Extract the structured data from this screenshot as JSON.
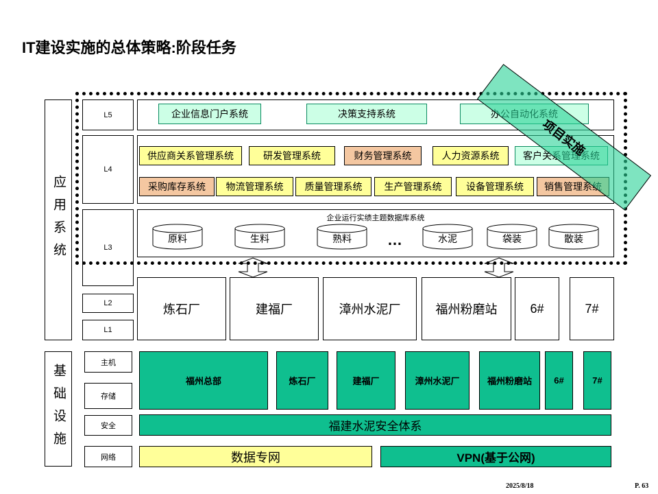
{
  "title": "IT建设实施的总体策略:阶段任务",
  "app_label": "应用系统",
  "infra_label": "基础设施",
  "levels": {
    "l5": "L5",
    "l4": "L4",
    "l3": "L3",
    "l2": "L2",
    "l1": "L1"
  },
  "l5_systems": [
    "企业信息门户系统",
    "决策支持系统",
    "办公自动化系统"
  ],
  "l4_row1": [
    "供应商关系管理系统",
    "研发管理系统",
    "财务管理系统",
    "人力资源系统",
    "客户关系管理系统"
  ],
  "l4_row2": [
    "采购库存系统",
    "物流管理系统",
    "质量管理系统",
    "生产管理系统",
    "设备管理系统",
    "销售管理系统"
  ],
  "l3_title": "企业运行实绩主题数据库系统",
  "l3_dbs": [
    "原料",
    "生料",
    "熟料",
    "水泥",
    "袋装",
    "散装"
  ],
  "ellipsis": "…",
  "plants": [
    "炼石厂",
    "建福厂",
    "漳州水泥厂",
    "福州粉磨站",
    "6#",
    "7#"
  ],
  "infra_rows": {
    "host": "主机",
    "storage": "存储",
    "security": "安全",
    "network": "网络"
  },
  "infra_blocks": [
    "福州总部",
    "炼石厂",
    "建福厂",
    "漳州水泥厂",
    "福州粉磨站",
    "6#",
    "7#"
  ],
  "security_system": "福建水泥安全体系",
  "data_line": "数据专网",
  "vpn": "VPN(基于公网)",
  "ribbon_label": "项目实施",
  "footer": {
    "date": "2025/8/18",
    "page": "P. 63"
  },
  "colors": {
    "green": "#0fbf8f",
    "yellow": "#ffff99",
    "orange": "#f4c7a1",
    "light_green": "#ccffe6"
  }
}
